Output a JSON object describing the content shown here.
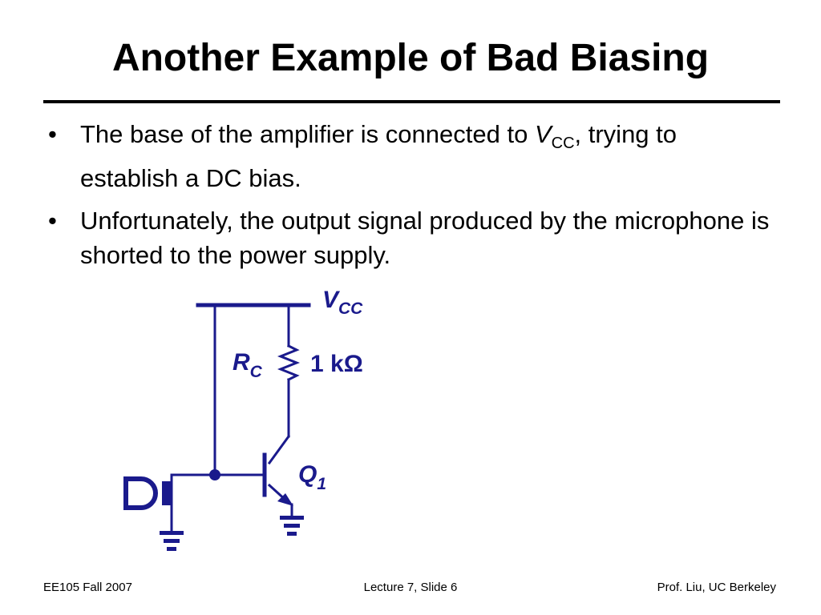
{
  "slide": {
    "title": "Another Example of Bad Biasing"
  },
  "bullets": [
    {
      "text_before": "The base of the amplifier is connected to ",
      "symbol": "V",
      "subscript": "CC",
      "text_after": ", trying to establish a DC bias."
    },
    {
      "text": "Unfortunately, the output signal produced by the microphone is  shorted to the power supply."
    }
  ],
  "circuit": {
    "supply_label": "V",
    "supply_sub": "CC",
    "resistor_label": "R",
    "resistor_sub": "C",
    "resistor_value": "1 kΩ",
    "transistor_label": "Q",
    "transistor_sub": "1",
    "wire_color": "#1a1a8c"
  },
  "footer": {
    "left": "EE105 Fall 2007",
    "center": "Lecture 7, Slide 6",
    "right": "Prof. Liu, UC Berkeley"
  }
}
